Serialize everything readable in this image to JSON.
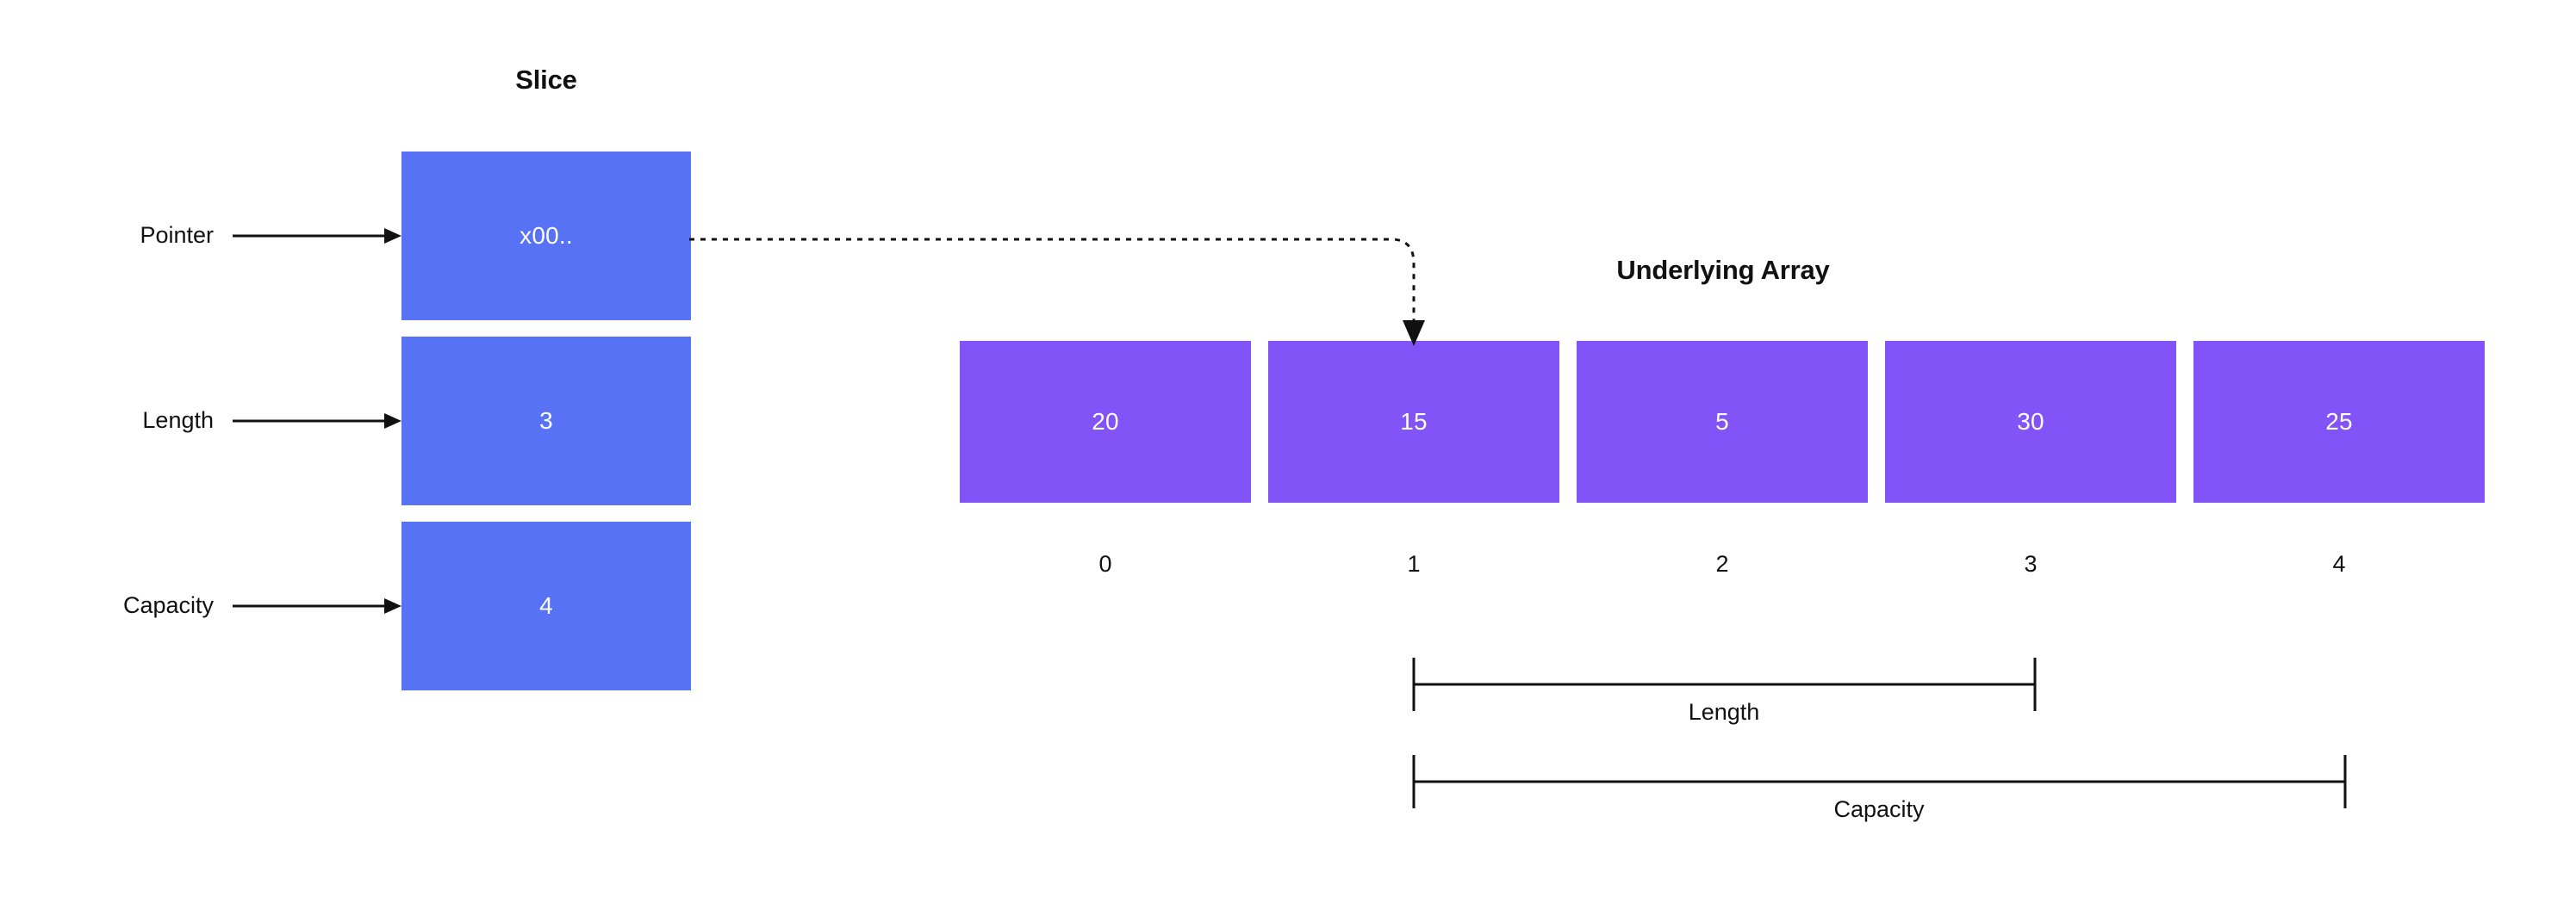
{
  "diagram": {
    "background_color": "#ffffff",
    "slice_color": "#5872F5",
    "array_color": "#8253F7",
    "line_color": "#111111",
    "slice": {
      "title": "Slice",
      "fields": [
        {
          "label": "Pointer",
          "value": "x00..",
          "arrow": "arrow-right-icon"
        },
        {
          "label": "Length",
          "value": "3",
          "arrow": "arrow-right-icon"
        },
        {
          "label": "Capacity",
          "value": "4",
          "arrow": "arrow-right-icon"
        }
      ]
    },
    "array": {
      "title": "Underlying Array",
      "cells": [
        {
          "value": "20",
          "index": "0"
        },
        {
          "value": "15",
          "index": "1"
        },
        {
          "value": "5",
          "index": "2"
        },
        {
          "value": "30",
          "index": "3"
        },
        {
          "value": "25",
          "index": "4"
        }
      ]
    },
    "pointer_link": {
      "from": "Pointer",
      "to_index": "1",
      "style": "dotted",
      "arrow": "arrow-down-icon"
    },
    "measures": [
      {
        "name": "length",
        "label": "Length",
        "spans_indices": "1-3",
        "cells": 3
      },
      {
        "name": "capacity",
        "label": "Capacity",
        "spans_indices": "1-4",
        "cells": 4
      }
    ]
  }
}
